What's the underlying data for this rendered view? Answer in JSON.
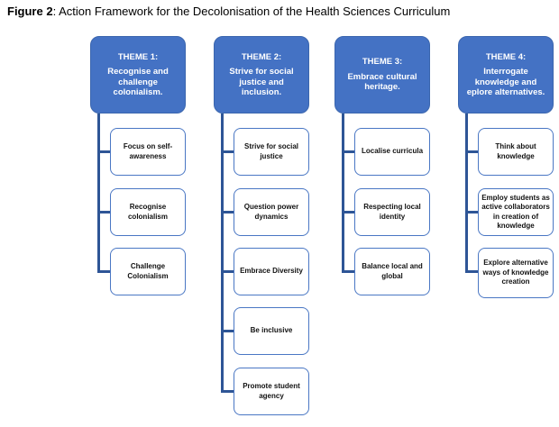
{
  "title": {
    "prefix": "Figure 2",
    "rest": ": Action Framework for the Decolonisation of the Health Sciences Curriculum"
  },
  "colors": {
    "header_fill": "#4472C4",
    "header_border": "#3B66AE",
    "item_border": "#4A77C4",
    "connector": "#2E5596",
    "header_text": "#FFFFFF",
    "item_text": "#111111",
    "background": "#FFFFFF"
  },
  "themes": [
    {
      "heading": "THEME 1:",
      "description": "Recognise and challenge colonialism.",
      "items": [
        "Focus on self-awareness",
        "Recognise colonialism",
        "Challenge Colonialism"
      ]
    },
    {
      "heading": "THEME 2:",
      "description": "Strive for social justice and inclusion.",
      "items": [
        "Strive for social justice",
        "Question power dynamics",
        "Embrace Diversity",
        "Be inclusive",
        "Promote student agency"
      ]
    },
    {
      "heading": "THEME 3:",
      "description": "Embrace cultural heritage.",
      "items": [
        "Localise curricula",
        "Respecting local identity",
        "Balance local and global"
      ]
    },
    {
      "heading": "THEME 4:",
      "description": "Interrogate knowledge and eplore alternatives.",
      "items": [
        "Think about knowledge",
        "Employ students as active collaborators in creation of knowledge",
        "Explore alternative ways of knowledge creation"
      ]
    }
  ]
}
